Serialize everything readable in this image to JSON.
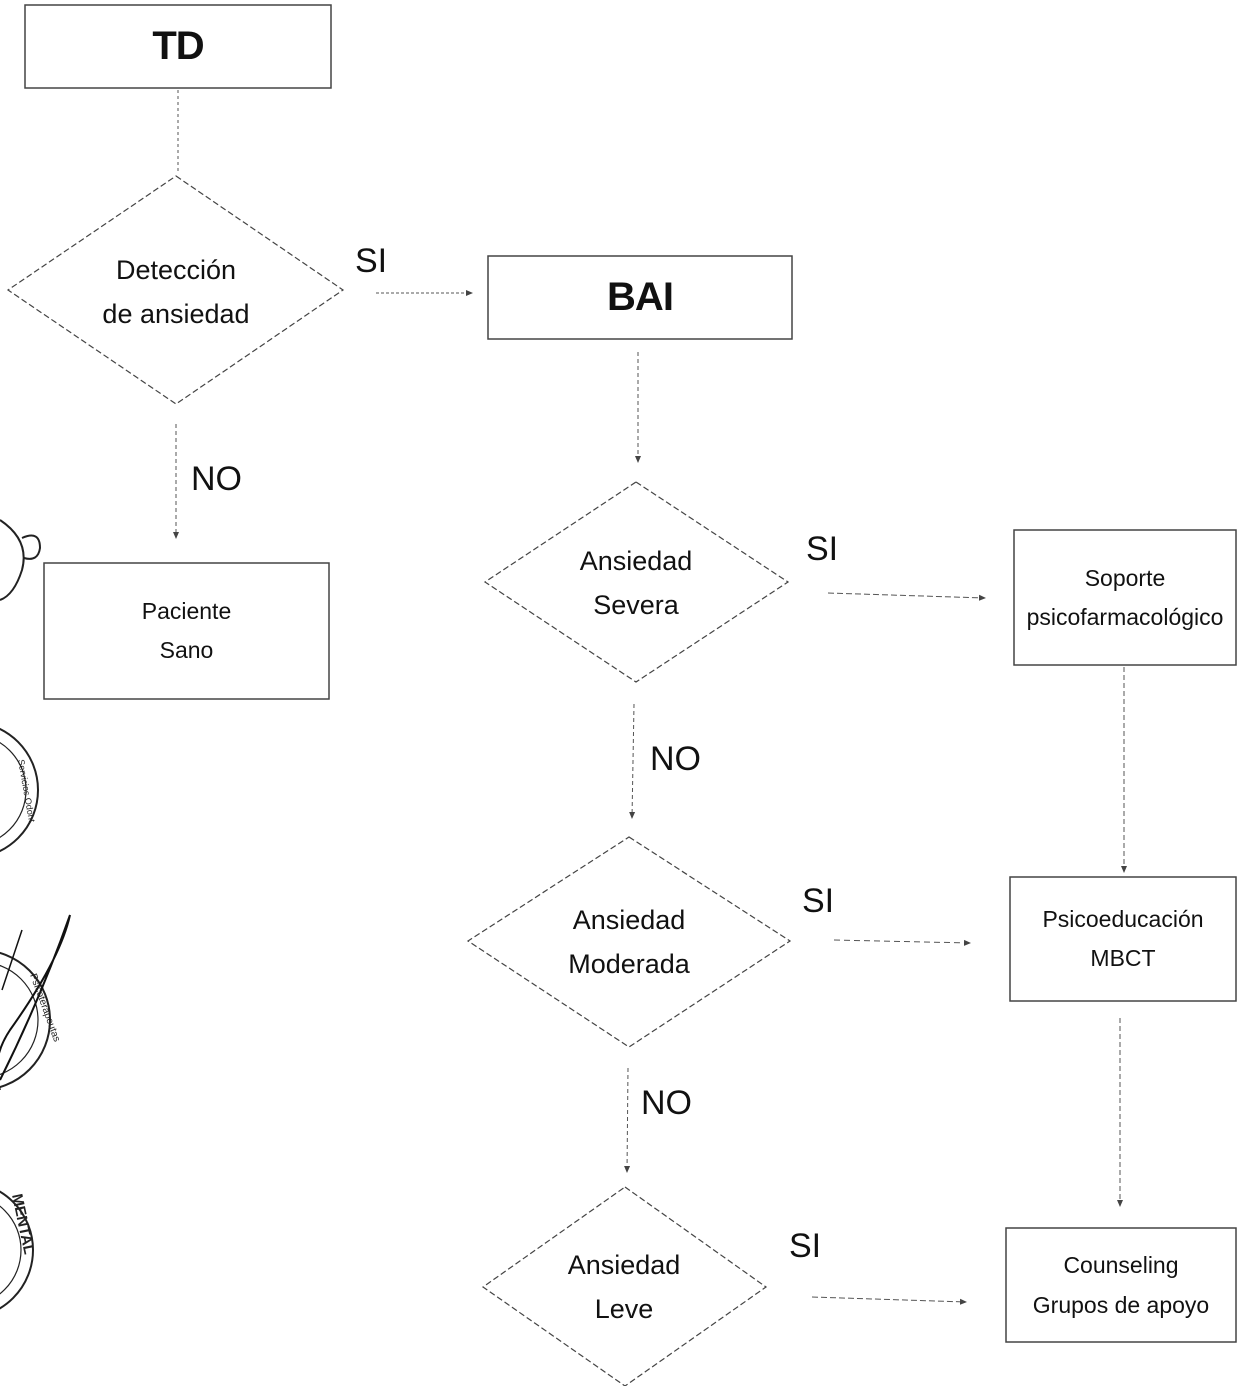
{
  "nodes": {
    "td": "TD",
    "bai": "BAI",
    "deteccion": [
      "Detección",
      "de ansiedad"
    ],
    "paciente_sano": [
      "Paciente",
      "Sano"
    ],
    "ansiedad_severa": [
      "Ansiedad",
      "Severa"
    ],
    "ansiedad_moderada": [
      "Ansiedad",
      "Moderada"
    ],
    "ansiedad_leve": [
      "Ansiedad",
      "Leve"
    ],
    "soporte": [
      "Soporte",
      "psicofarmacológico"
    ],
    "psicoeducacion": [
      "Psicoeducación",
      "MBCT"
    ],
    "counseling": [
      "Counseling",
      "Grupos de apoyo"
    ]
  },
  "edge_labels": {
    "si_deteccion": "SI",
    "no_deteccion": "NO",
    "si_severa": "SI",
    "no_severa": "NO",
    "si_moderada": "SI",
    "no_moderada": "NO",
    "si_leve": "SI"
  },
  "stamps": {
    "stamp_2_text": "Servicios Odont",
    "stamp_3_text": "Psicoterapeutas",
    "stamp_4_text": "MENTAL"
  },
  "colors": {
    "line": "#444444",
    "text": "#111111"
  }
}
